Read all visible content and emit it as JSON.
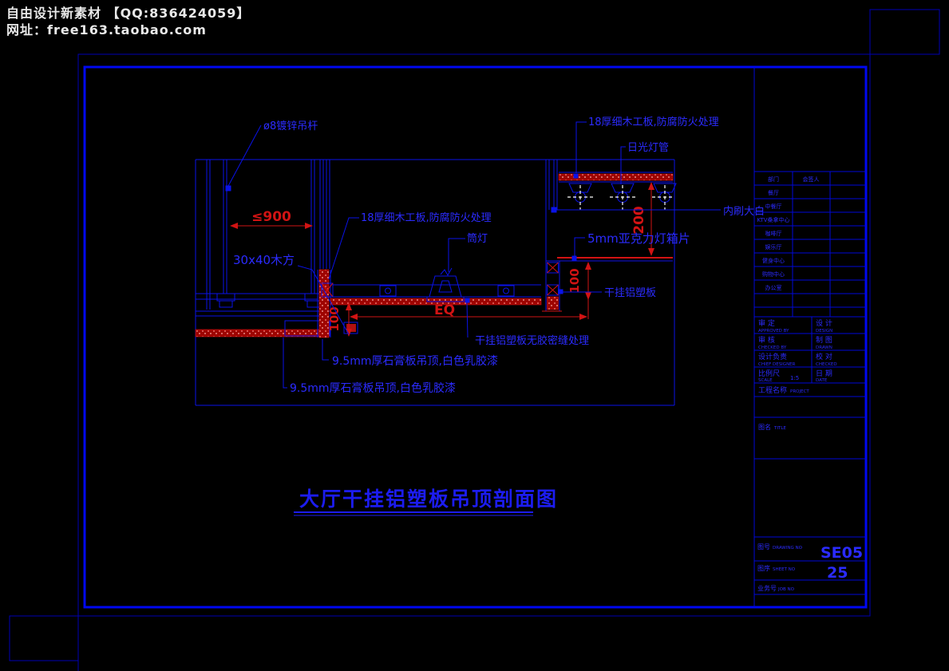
{
  "header": {
    "line1": "自由设计新素材  【QQ:836424059】",
    "line2": "网址：free163.taobao.com"
  },
  "colors": {
    "line_blue": "#0a12e8",
    "text_blue": "#2b2bff",
    "dim_red": "#d11313",
    "hatch_red": "#9e0400",
    "header_white": "#e9e9e9"
  },
  "drawing": {
    "title": "大厅干挂铝塑板吊顶剖面图",
    "labels": {
      "hanger_rod": "ø8镀锌吊杆",
      "plywood_left": "18厚细木工板,防腐防火处理",
      "plywood_right": "18厚细木工板,防腐防火处理",
      "downlight": "筒灯",
      "wood_batten": "30x40木方",
      "fluorescent_tube": "日光灯管",
      "whitewash": "内刷大白",
      "acrylic_panel": "5mm亚克力灯箱片",
      "alum_panel": "干挂铝塑板",
      "alum_panel_seam": "干挂铝塑板无胶密缝处理",
      "gypsum_1": "9.5mm厚石膏板吊顶,白色乳胶漆",
      "gypsum_2": "9.5mm厚石膏板吊顶,白色乳胶漆"
    },
    "dimensions": {
      "max_spacing": "≤900",
      "lightbox_height": "200",
      "panel_height_right": "100",
      "step_height": "100",
      "equal": "EQ"
    }
  },
  "titleblock": {
    "signoff": {
      "col1_header": "部门",
      "col2_header": "会签人",
      "rows": [
        "餐厅",
        "中餐厅",
        "KTV桑拿中心",
        "咖啡厅",
        "娱乐厅",
        "健身中心",
        "购物中心",
        "办公室"
      ]
    },
    "fields": {
      "approved": {
        "label": "审 定",
        "sub": "APPROVED BY"
      },
      "design": {
        "label": "设 计",
        "sub": "DESIGN"
      },
      "checked": {
        "label": "审 核",
        "sub": "CHECKED BY"
      },
      "drawn": {
        "label": "制 图",
        "sub": "DRAWN"
      },
      "chief": {
        "label": "设计负责",
        "sub": "CHIEF DESIGNER"
      },
      "proof": {
        "label": "校 对",
        "sub": "CHECKED"
      },
      "scale": {
        "label": "比例尺",
        "sub": "SCALE",
        "value": "1:5"
      },
      "date": {
        "label": "日 期",
        "sub": "DATE"
      }
    },
    "project": {
      "label": "工程名称",
      "sub": "PROJECT"
    },
    "sheet_title": {
      "label": "图名",
      "sub": "TITLE"
    },
    "drawing_no": {
      "label": "图号",
      "sub": "DRAWING NO",
      "value": "SE05"
    },
    "sheet_no": {
      "label": "图序",
      "sub": "SHEET NO",
      "value": "25"
    },
    "job_no": {
      "label": "业务号",
      "sub": "JOB NO"
    }
  }
}
